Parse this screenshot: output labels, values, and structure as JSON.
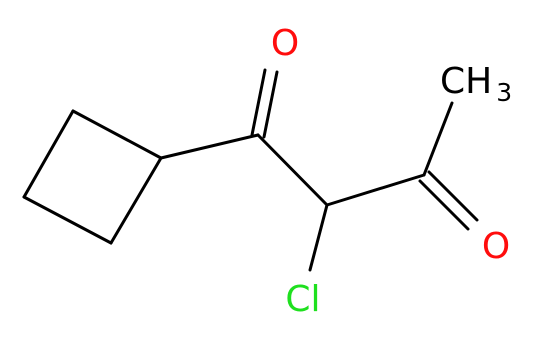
{
  "molecule": {
    "atoms": {
      "oxygen_ketone_1": {
        "text": "O",
        "color": "#ff0d0d"
      },
      "oxygen_ketone_2": {
        "text": "O",
        "color": "#ff0d0d"
      },
      "chlorine": {
        "text": "Cl",
        "color": "#1fe01f"
      },
      "methyl": {
        "text": "CH",
        "subscript": "3",
        "color": "#000000"
      }
    }
  }
}
